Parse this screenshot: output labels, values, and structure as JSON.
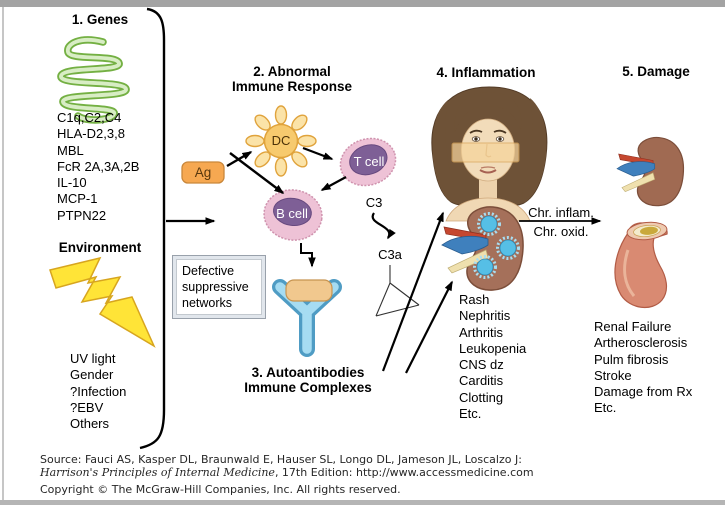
{
  "genes": {
    "title": "1. Genes",
    "items": [
      "C1q,C2,C4",
      "HLA-D2,3,8",
      "MBL",
      "FcR 2A,3A,2B",
      "IL-10",
      "MCP-1",
      "PTPN22"
    ]
  },
  "environment": {
    "title": "Environment",
    "items": [
      "UV light",
      "Gender",
      "?Infection",
      "?EBV",
      "Others"
    ]
  },
  "immune": {
    "title_line1": "2. Abnormal",
    "title_line2": "Immune Response",
    "ag": "Ag",
    "dc": "DC",
    "t_cell": "T cell",
    "b_cell": "B cell",
    "c3": "C3",
    "c3a": "C3a",
    "defective_lines": [
      "Defective",
      "suppressive",
      "networks"
    ]
  },
  "autoantibodies": {
    "title_line1": "3. Autoantibodies",
    "title_line2": "Immune Complexes"
  },
  "inflammation": {
    "title": "4. Inflammation",
    "symptoms": [
      "Rash",
      "Nephritis",
      "Arthritis",
      "Leukopenia",
      "CNS dz",
      "Carditis",
      "Clotting",
      "Etc."
    ]
  },
  "transition": {
    "line1": "Chr. inflam.",
    "line2": "Chr. oxid."
  },
  "damage": {
    "title": "5. Damage",
    "items": [
      "Renal Failure",
      "Artherosclerosis",
      "Pulm fibrosis",
      "Stroke",
      "Damage from Rx",
      "Etc."
    ]
  },
  "footer": {
    "source_prefix": "Source: Fauci AS, Kasper DL, Braunwald E, Hauser SL, Longo DL, Jameson JL, Loscalzo J:",
    "book_title": "Harrison's Principles of Internal Medicine",
    "edition_suffix": ", 17th Edition: http://www.accessmedicine.com",
    "copyright": "Copyright © The McGraw-Hill Companies, Inc. All rights reserved."
  },
  "colors": {
    "dna_green": "#8cc63f",
    "lightning_yellow": "#ffe437",
    "antigen_orange": "#f6a851",
    "dc_sun_yellow": "#f7ca6e",
    "cell_pink": "#eec2d6",
    "nucleus_purple": "#7e5f96",
    "antibody_blue": "#a6dcf2",
    "kidney_brown": "#a5705a",
    "inflammation_spot_blue": "#56bfe6",
    "vessel_salmon": "#d98a72",
    "plaque_yellow": "#c9a93c"
  }
}
